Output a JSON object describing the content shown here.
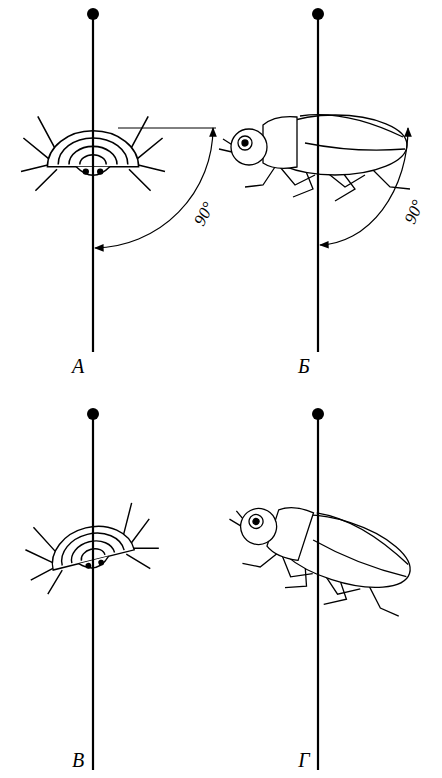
{
  "diagram": {
    "labels": [
      "90°",
      "90°",
      "А",
      "Б",
      "В",
      "Г"
    ]
  }
}
